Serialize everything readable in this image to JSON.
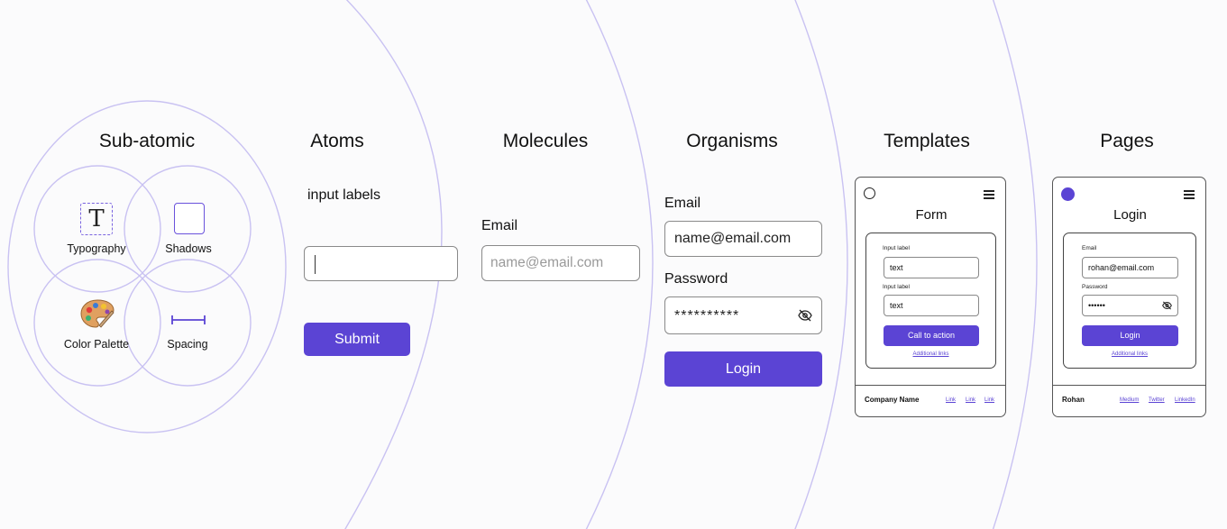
{
  "colors": {
    "accent": "#5b44d4",
    "ring": "#c9c2f2"
  },
  "stages": {
    "subatomic": "Sub-atomic",
    "atoms": "Atoms",
    "molecules": "Molecules",
    "organisms": "Organisms",
    "templates": "Templates",
    "pages": "Pages"
  },
  "subatomic": {
    "typography": "Typography",
    "typography_glyph": "T",
    "shadows": "Shadows",
    "color_palette": "Color Palette",
    "spacing": "Spacing"
  },
  "atoms": {
    "input_labels": "input labels",
    "submit": "Submit"
  },
  "molecules": {
    "email_label": "Email",
    "email_placeholder": "name@email.com"
  },
  "organisms": {
    "email_label": "Email",
    "email_value": "name@email.com",
    "password_label": "Password",
    "password_value": "**********",
    "login": "Login"
  },
  "templates": {
    "title": "Form",
    "input_label_1": "Input label",
    "field_1": "text",
    "input_label_2": "Input label",
    "field_2": "text",
    "cta": "Call to action",
    "additional_links": "Additional links",
    "footer_name": "Company Name",
    "footer_links": [
      "Link",
      "Link",
      "Link"
    ]
  },
  "pages": {
    "title": "Login",
    "email_label": "Email",
    "email_value": "rohan@email.com",
    "password_label": "Password",
    "password_value": "••••••",
    "login": "Login",
    "additional_links": "Additional links",
    "footer_name": "Rohan",
    "footer_links": [
      "Medium",
      "Twitter",
      "LinkedIn"
    ]
  }
}
